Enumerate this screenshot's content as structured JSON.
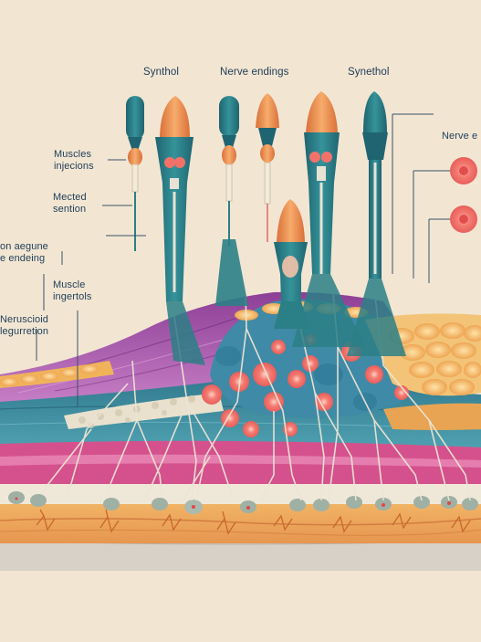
{
  "labels": {
    "synthol_left": "Synthol",
    "nerve_endings_top": "Nerve endings",
    "synthol_right": "Synethol",
    "nerve_right": "Nerve e",
    "muscles_injections": "Muscles\ninjecions",
    "mected_sention": "Mected\nsention",
    "on_aegune": "on aegune\ne endeing",
    "muscle_ingertols": "Muscle\ningertols",
    "neruscioid": "Neruscioid\nlegurretion"
  },
  "colors": {
    "background": "#f2e6d3",
    "needle_body": "#2b7f86",
    "needle_tip": "#e9894a",
    "muscle_purple": "#a354a8",
    "tissue_teal": "#3e8aa0",
    "fat_yellow": "#f0b35a",
    "cell_coral": "#f2726a",
    "nerve_line": "#e7e0d2",
    "skin_orange": "#eaa25b",
    "pink_band": "#d5518d"
  }
}
